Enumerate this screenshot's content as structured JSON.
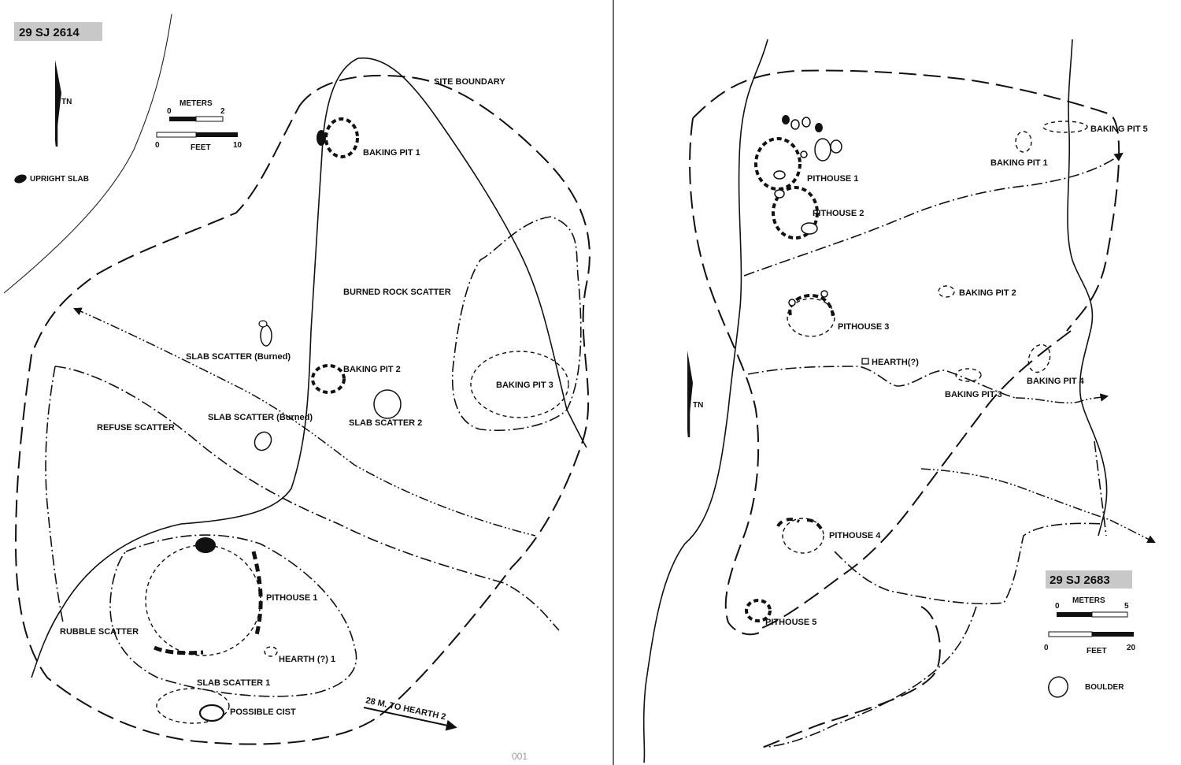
{
  "left_map": {
    "site_id": "29 SJ 2614",
    "north_label": "TN",
    "scale": {
      "meters_label": "METERS",
      "meters_min": "0",
      "meters_max": "2",
      "feet_label": "FEET",
      "feet_min": "0",
      "feet_max": "10"
    },
    "legend_upright_slab": "UPRIGHT SLAB",
    "labels": {
      "site_boundary": "SITE BOUNDARY",
      "baking_pit_1": "BAKING PIT 1",
      "burned_rock_scatter": "BURNED ROCK SCATTER",
      "slab_scatter_burned_a": "SLAB SCATTER (Burned)",
      "baking_pit_2": "BAKING PIT 2",
      "baking_pit_3": "BAKING PIT 3",
      "slab_scatter_burned_b": "SLAB SCATTER (Burned)",
      "refuse_scatter": "REFUSE SCATTER",
      "slab_scatter_2": "SLAB SCATTER 2",
      "pithouse_1": "PITHOUSE 1",
      "rubble_scatter": "RUBBLE SCATTER",
      "hearth_1": "HEARTH (?) 1",
      "slab_scatter_1": "SLAB SCATTER 1",
      "possible_cist": "POSSIBLE CIST",
      "to_hearth_2": "28 M. TO HEARTH 2"
    },
    "sheet_number": "001"
  },
  "right_map": {
    "site_id": "29 SJ 2683",
    "north_label": "TN",
    "scale": {
      "meters_label": "METERS",
      "meters_min": "0",
      "meters_max": "5",
      "feet_label": "FEET",
      "feet_min": "0",
      "feet_max": "20"
    },
    "legend_boulder": "BOULDER",
    "labels": {
      "baking_pit_5": "BAKING PIT 5",
      "baking_pit_1": "BAKING PIT 1",
      "pithouse_1": "PITHOUSE 1",
      "pithouse_2": "PITHOUSE 2",
      "baking_pit_2": "BAKING PIT 2",
      "pithouse_3": "PITHOUSE 3",
      "hearth": "HEARTH(?)",
      "baking_pit_4": "BAKING PIT 4",
      "baking_pit_3": "BAKING PIT 3",
      "pithouse_4": "PITHOUSE 4",
      "pithouse_5": "PITHOUSE 5"
    }
  }
}
